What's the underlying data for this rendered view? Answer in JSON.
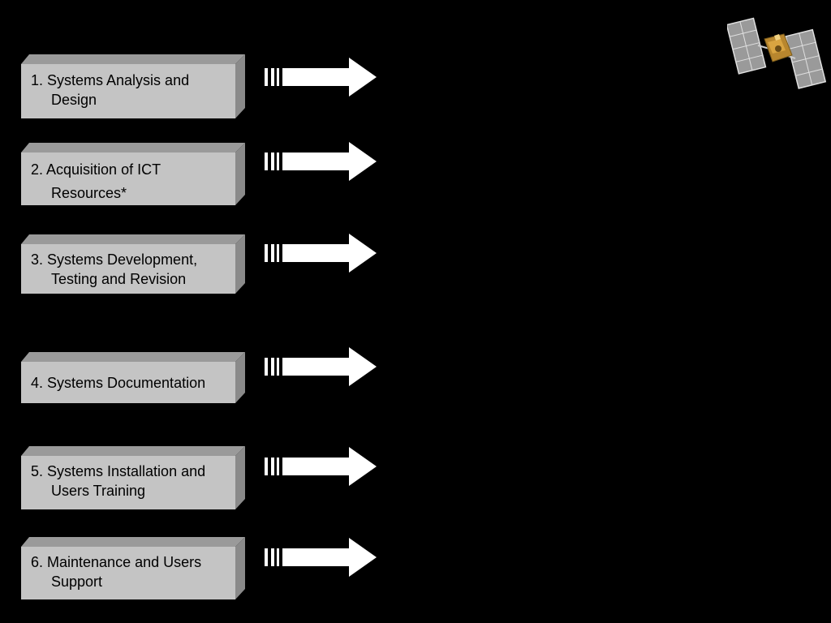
{
  "stages": [
    {
      "line1": "1. Systems Analysis and",
      "line2": "Design"
    },
    {
      "line1": "2. Acquisition of ICT",
      "line2": "Resources*"
    },
    {
      "line1": "3. Systems Development,",
      "line2": "Testing and Revision"
    },
    {
      "line1": "4. Systems Documentation",
      "line2": ""
    },
    {
      "line1": "5. Systems Installation and",
      "line2": "Users Training"
    },
    {
      "line1": "6. Maintenance and Users",
      "line2": "Support"
    }
  ],
  "colors": {
    "background": "#000000",
    "box_face": "#c4c4c4",
    "box_top": "#9a9a9a",
    "box_side": "#8a8a8a",
    "arrow": "#ffffff"
  },
  "icons": {
    "satellite": "satellite-icon",
    "arrow": "right-arrow-icon"
  }
}
